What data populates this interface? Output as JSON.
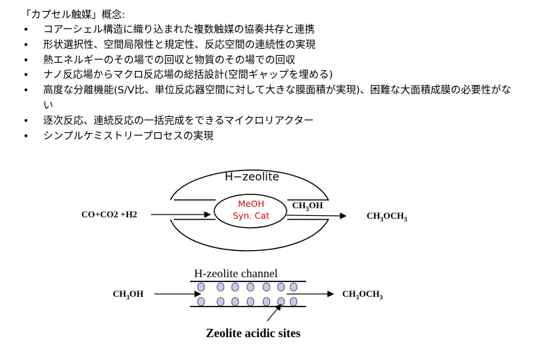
{
  "title": "「カプセル触媒」概念:",
  "bullets": [
    "コアーシェル構造に織り込まれた複数触媒の協奏共存と連携",
    "形状選択性、空間局限性と規定性、反応空間の連続性の実現",
    "熱エネルギーのその場での回収と物質のその場での回収",
    "ナノ反応場からマクロ反応場の総括設計(空間ギャップを埋める)",
    "高度な分離機能(S/V比、単位反応器空間に対して大きな膜面積が実現)、困難な大面積成膜の必要性がない",
    "逐次反応、連続反応の一括完成をできるマイクロリアクター",
    "シンプルケミストリープロセスの実現"
  ],
  "capsule": {
    "shell_label": "H−zeolite",
    "core_line1": "MeOH",
    "core_line2": "Syn. Cat",
    "feed": "CO+CO2 +H2",
    "intermediate_main": "CH",
    "intermediate_sub": "3",
    "intermediate_tail": "OH",
    "product_a": "CH",
    "product_sub1": "3",
    "product_b": "OCH",
    "product_sub2": "3",
    "core_color": "#e00000"
  },
  "channel": {
    "label": "H-zeolite channel",
    "feed_main": "CH",
    "feed_sub": "3",
    "feed_tail": "OH",
    "product_a": "CH",
    "product_sub1": "3",
    "product_b": "OCH",
    "product_sub2": "3",
    "sites_label": "Zeolite acidic sites",
    "site_color": "#c8c8f0"
  }
}
